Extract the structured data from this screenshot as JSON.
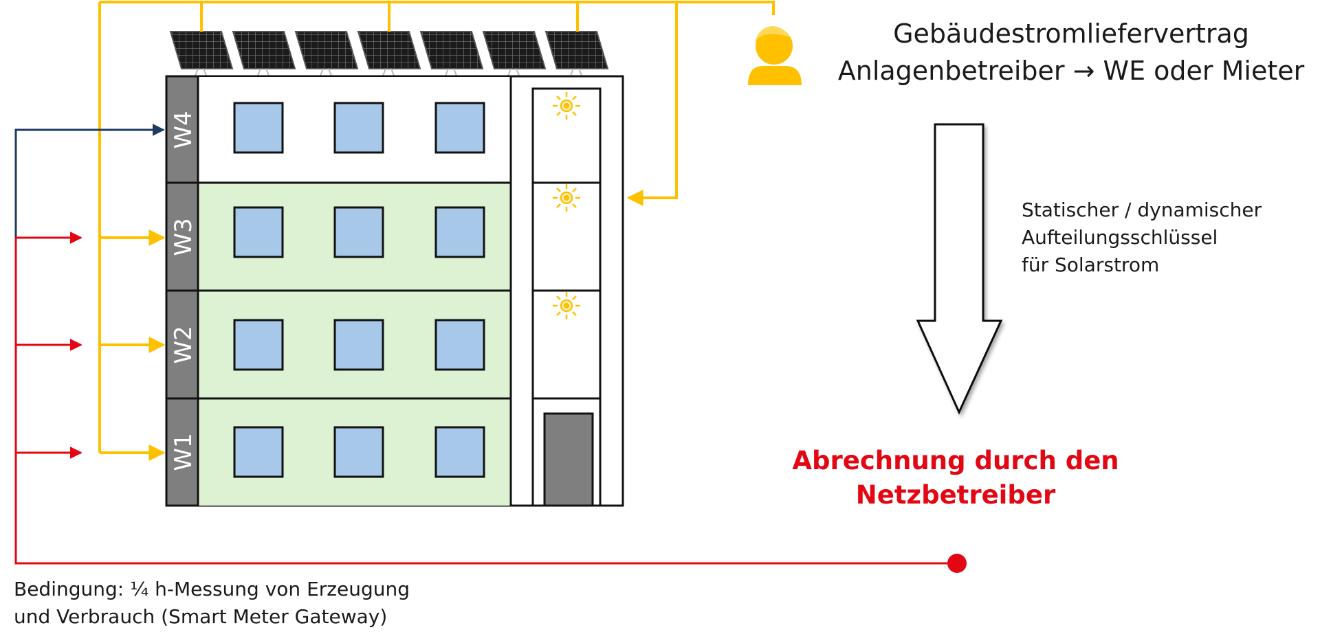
{
  "colors": {
    "solar": "#ffc000",
    "grid_red": "#e30613",
    "navy": "#1f3b63",
    "apartment_green": "#dcf2d2",
    "window_blue": "#a8c8ea",
    "wall_gray": "#7f7f7f"
  },
  "contract": {
    "line1": "Gebäudestromliefervertrag",
    "line2": "Anlagenbetreiber → WE oder Mieter",
    "icon": "person-icon"
  },
  "split_key": {
    "line1": "Statischer / dynamischer",
    "line2": "Aufteilungsschlüssel",
    "line3": "für Solarstrom"
  },
  "billing": {
    "line1": "Abrechnung durch den",
    "line2": "Netzbetreiber"
  },
  "condition": {
    "line1": "Bedingung: ¼ h-Messung von Erzeugung",
    "line2": "und Verbrauch (Smart Meter Gateway)"
  },
  "units": [
    {
      "label": "W4",
      "color": "white"
    },
    {
      "label": "W3",
      "color": "green"
    },
    {
      "label": "W2",
      "color": "green"
    },
    {
      "label": "W1",
      "color": "green"
    }
  ],
  "icons": {
    "solar_panel": "solar-panel-icon",
    "light_bulb": "light-bulb-icon",
    "door": "door-icon",
    "down_arrow": "down-arrow-icon"
  }
}
